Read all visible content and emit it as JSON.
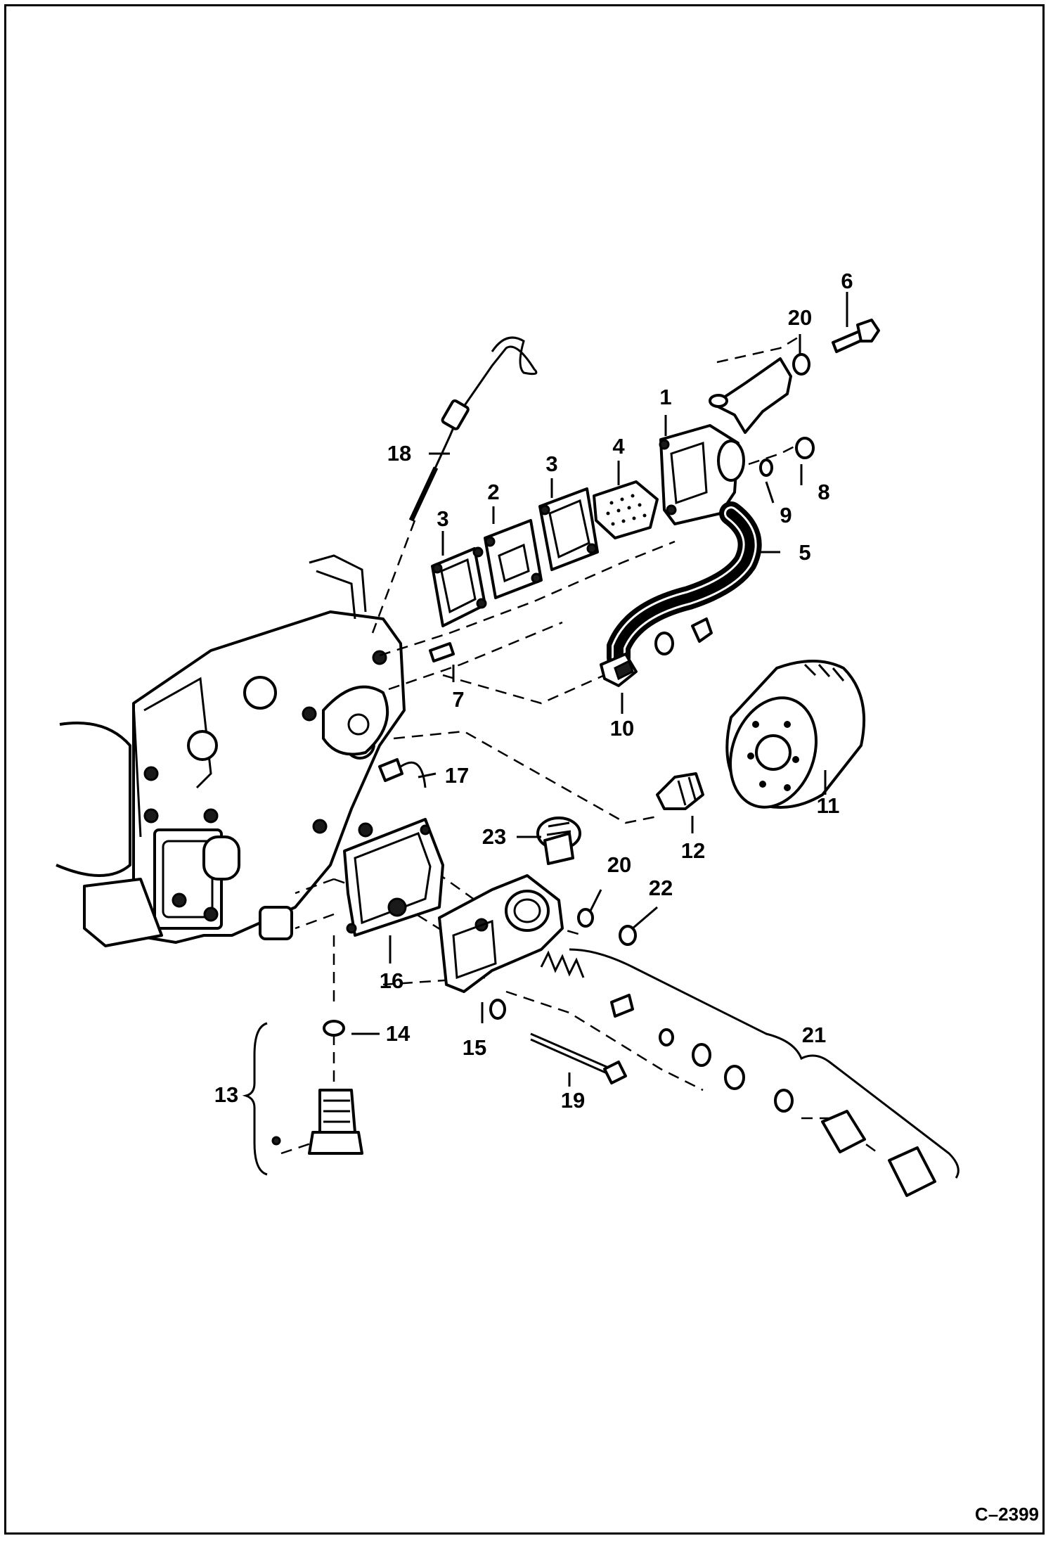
{
  "diagram": {
    "figure_reference": "C–2399",
    "callouts": [
      "1",
      "2",
      "3",
      "3",
      "4",
      "5",
      "6",
      "7",
      "8",
      "9",
      "10",
      "11",
      "12",
      "13",
      "14",
      "15",
      "16",
      "17",
      "18",
      "19",
      "20",
      "20",
      "21",
      "22",
      "23"
    ]
  }
}
